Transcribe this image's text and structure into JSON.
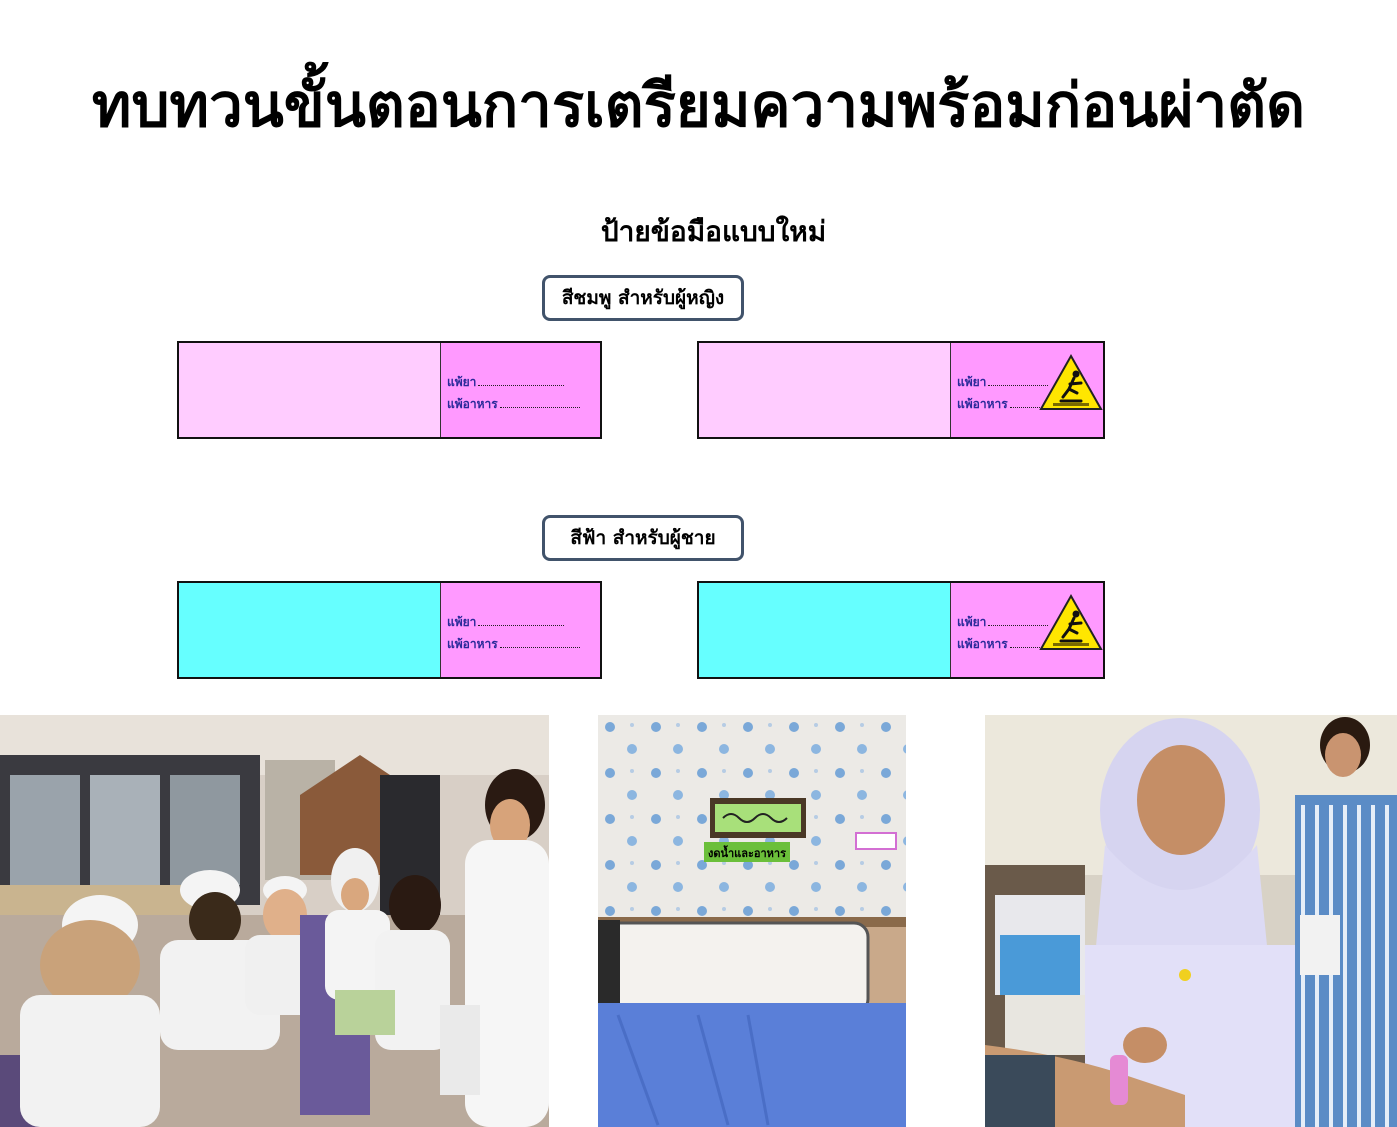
{
  "page": {
    "title": "ทบทวนขั้นตอนการเตรียมความพร้อมก่อนผ่าตัด",
    "subtitle": "ป้ายข้อมือแบบใหม่"
  },
  "groups": [
    {
      "label": "สีชมพู สำหรับผู้หญิง",
      "name_area_color": "#ffccff",
      "info_area_color": "#ff99ff",
      "bands": [
        {
          "line1": "แพ้ยา",
          "line2": "แพ้อาหาร",
          "has_warning_icon": false
        },
        {
          "line1": "แพ้ยา",
          "line2": "แพ้อาหาร",
          "has_warning_icon": true,
          "icon": "fall-risk-warning-icon"
        }
      ]
    },
    {
      "label": "สีฟ้า สำหรับผู้ชาย",
      "name_area_color": "#66ffff",
      "info_area_color": "#ff99ff",
      "bands": [
        {
          "line1": "แพ้ยา",
          "line2": "แพ้อาหาร",
          "has_warning_icon": false
        },
        {
          "line1": "แพ้ยา",
          "line2": "แพ้อาหาร",
          "has_warning_icon": true,
          "icon": "fall-risk-warning-icon"
        }
      ]
    }
  ],
  "photos": {
    "bedside_sign": {
      "text": "งดน้ำและอาหาร"
    }
  },
  "colors": {
    "label_border": "#41536b",
    "warning_yellow": "#ffe600",
    "info_text": "#2a2a9a"
  }
}
